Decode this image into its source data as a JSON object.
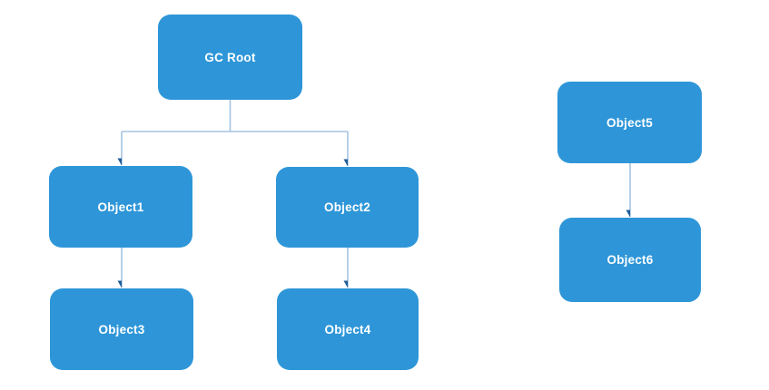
{
  "diagram": {
    "nodes": [
      {
        "id": "gc-root",
        "label": "GC Root"
      },
      {
        "id": "object1",
        "label": "Object1"
      },
      {
        "id": "object2",
        "label": "Object2"
      },
      {
        "id": "object3",
        "label": "Object3"
      },
      {
        "id": "object4",
        "label": "Object4"
      },
      {
        "id": "object5",
        "label": "Object5"
      },
      {
        "id": "object6",
        "label": "Object6"
      }
    ],
    "edges": [
      {
        "from": "GC Root",
        "to": "Object1"
      },
      {
        "from": "GC Root",
        "to": "Object2"
      },
      {
        "from": "Object1",
        "to": "Object3"
      },
      {
        "from": "Object2",
        "to": "Object4"
      },
      {
        "from": "Object5",
        "to": "Object6"
      }
    ],
    "colors": {
      "node_fill": "#2E96D8",
      "node_text": "#FFFFFF",
      "connector_line": "#A5C3E2",
      "arrowhead": "#1F5C99",
      "background": "#FFFFFF"
    }
  }
}
